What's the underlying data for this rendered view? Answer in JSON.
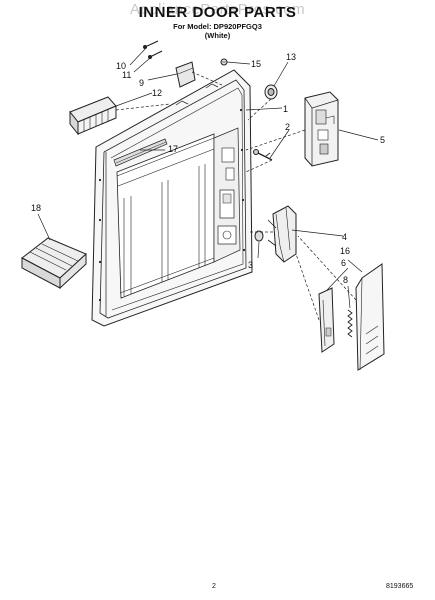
{
  "header": {
    "watermark": "AppliancePartsPros.com",
    "title": "INNER DOOR PARTS",
    "model_line": "For Model: DP920PFGQ3",
    "color_line": "(White)"
  },
  "callouts": [
    "1",
    "2",
    "3",
    "4",
    "5",
    "6",
    "8",
    "9",
    "10",
    "11",
    "12",
    "13",
    "15",
    "16",
    "17",
    "18"
  ],
  "footer": {
    "page_number": "2",
    "doc_number": "8193665"
  }
}
